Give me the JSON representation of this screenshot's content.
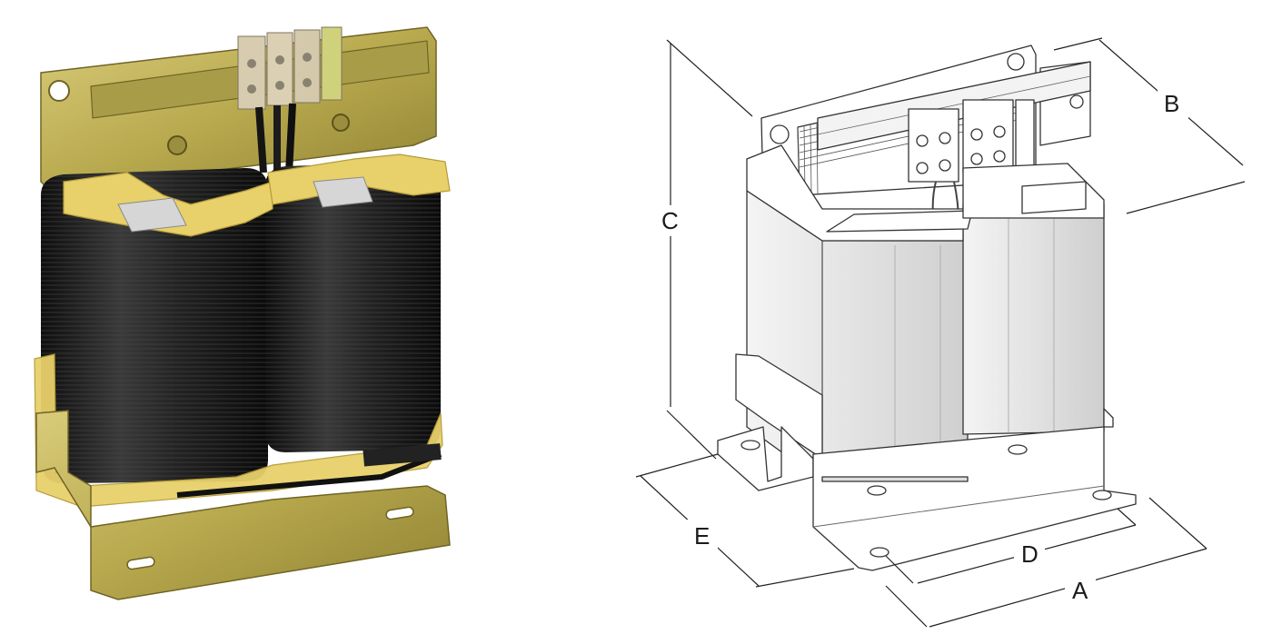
{
  "dimension_labels": {
    "a": "A",
    "b": "B",
    "c": "C",
    "d": "D",
    "e": "E"
  },
  "colors": {
    "bracket_brass": "#c2b45a",
    "bracket_dark": "#8c7f30",
    "winding_black": "#1c1c1c",
    "insulation_yellow": "#e8d06a",
    "terminal_beige": "#d8ccb0",
    "drawing_line": "#333333",
    "coil_grey": "#e8e8e8"
  }
}
